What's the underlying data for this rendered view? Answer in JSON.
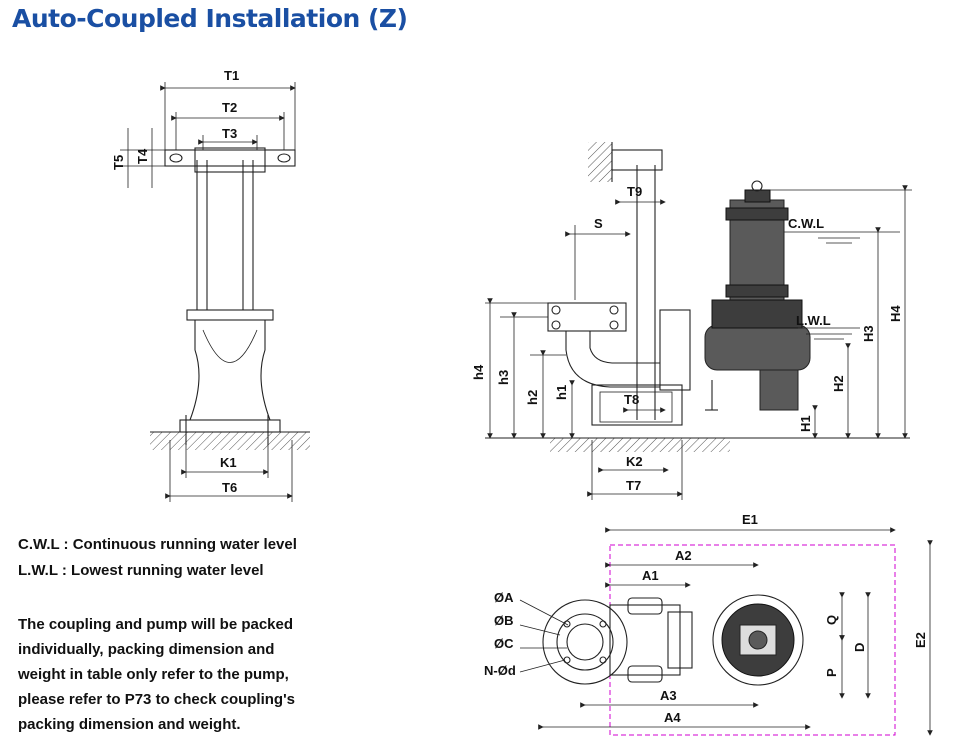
{
  "title": "Auto-Coupled Installation (Z)",
  "legend": {
    "cwl": "C.W.L : Continuous running water level",
    "lwl": "L.W.L :  Lowest running water level"
  },
  "note_lines": [
    "The coupling and pump will be packed",
    "individually,  packing dimension and",
    "weight  in table only refer to the pump,",
    "please refer to P73 to check coupling's",
    "packing dimension and weight."
  ],
  "labels": {
    "T1": "T1",
    "T2": "T2",
    "T3": "T3",
    "T4": "T4",
    "T5": "T5",
    "T6": "T6",
    "T7": "T7",
    "T8": "T8",
    "T9": "T9",
    "K1": "K1",
    "K2": "K2",
    "S": "S",
    "h1": "h1",
    "h2": "h2",
    "h3": "h3",
    "h4": "h4",
    "H1": "H1",
    "H2": "H2",
    "H3": "H3",
    "H4": "H4",
    "cwl": "C.W.L",
    "lwl": "L.W.L",
    "E1": "E1",
    "E2": "E2",
    "A1": "A1",
    "A2": "A2",
    "A3": "A3",
    "A4": "A4",
    "Q": "Q",
    "D": "D",
    "P": "P",
    "dA": "ØA",
    "dB": "ØB",
    "dC": "ØC",
    "Nd": "N-Ød"
  },
  "colors": {
    "title": "#1a4fa3",
    "envelope": "#d000d0",
    "pump_body": "#5a5a5a"
  }
}
